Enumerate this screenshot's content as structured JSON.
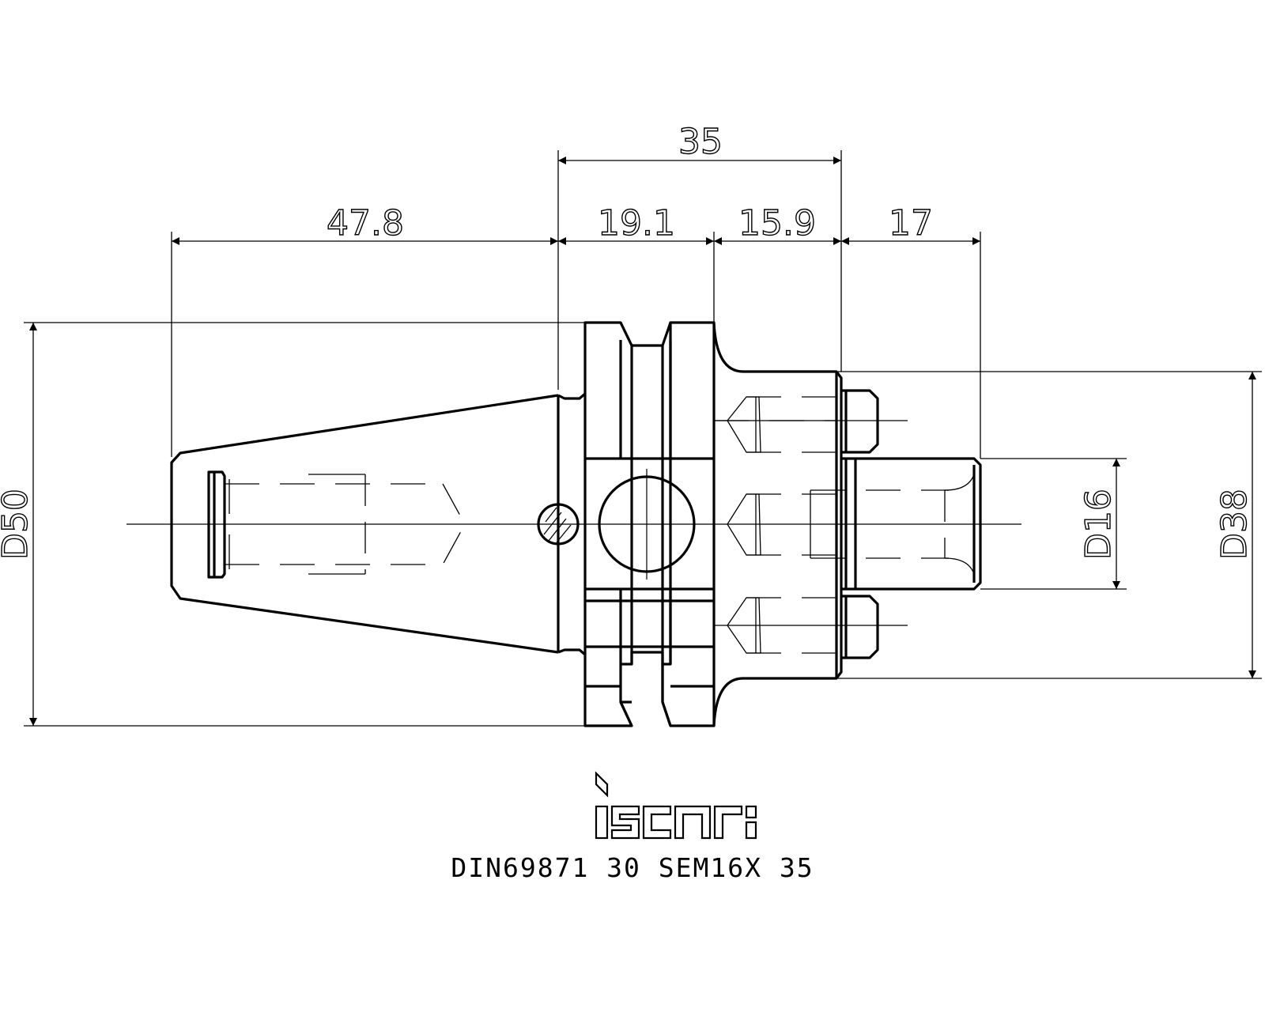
{
  "dimensions": {
    "overall_flange_to_face": "35",
    "taper_length": "47.8",
    "flange_length": "19.1",
    "body_length": "15.9",
    "shank_length": "17",
    "flange_diameter": "D50",
    "body_diameter": "D38",
    "shank_diameter": "D16"
  },
  "logo": {
    "text": "iscar"
  },
  "caption": {
    "designation": "DIN69871 30 SEM16X 35"
  }
}
